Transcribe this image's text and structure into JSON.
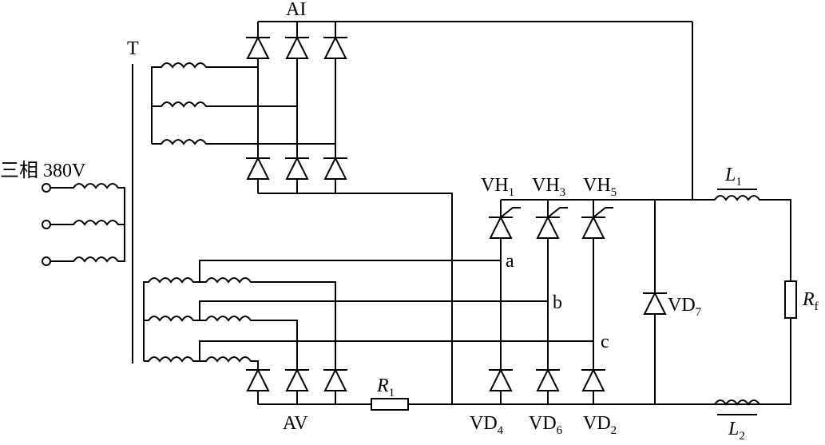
{
  "labels": {
    "transformer": "T",
    "supply_label": "三相 380V",
    "bridge_current": "AI",
    "bridge_voltage": "AV",
    "thyristor_1": "VH",
    "thyristor_1_sub": "1",
    "thyristor_3": "VH",
    "thyristor_3_sub": "3",
    "thyristor_5": "VH",
    "thyristor_5_sub": "5",
    "diode_4": "VD",
    "diode_4_sub": "4",
    "diode_6": "VD",
    "diode_6_sub": "6",
    "diode_2": "VD",
    "diode_2_sub": "2",
    "diode_7": "VD",
    "diode_7_sub": "7",
    "inductor_1": "L",
    "inductor_1_sub": "1",
    "inductor_2": "L",
    "inductor_2_sub": "2",
    "resistor_1": "R",
    "resistor_1_sub": "1",
    "load_resistor": "R",
    "load_resistor_sub": "f",
    "node_a": "a",
    "node_b": "b",
    "node_c": "c"
  }
}
